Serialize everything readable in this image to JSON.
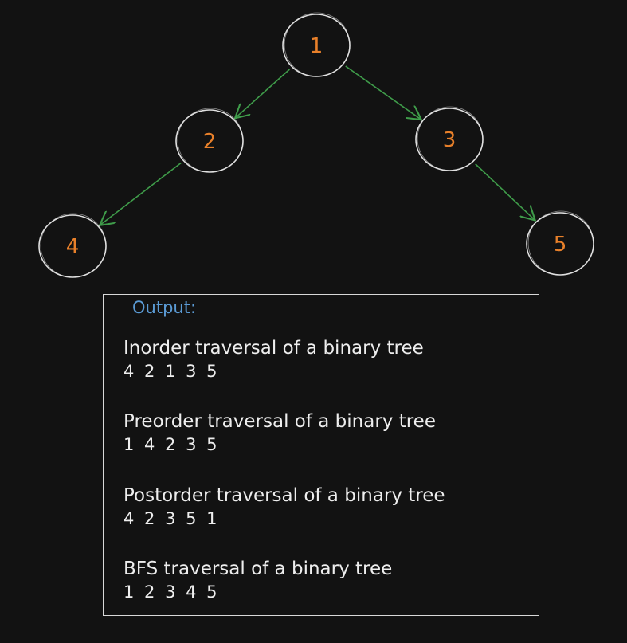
{
  "tree": {
    "nodes": [
      {
        "id": "1",
        "label": "1"
      },
      {
        "id": "2",
        "label": "2"
      },
      {
        "id": "3",
        "label": "3"
      },
      {
        "id": "4",
        "label": "4"
      },
      {
        "id": "5",
        "label": "5"
      }
    ],
    "edges": [
      {
        "from": "1",
        "to": "2"
      },
      {
        "from": "1",
        "to": "3"
      },
      {
        "from": "2",
        "to": "4"
      },
      {
        "from": "3",
        "to": "5"
      }
    ]
  },
  "output": {
    "title": "Output:",
    "sections": [
      {
        "heading": "Inorder traversal of a binary tree",
        "values": "4 2 1 3 5"
      },
      {
        "heading": "Preorder traversal of a binary tree",
        "values": "1 4 2 3 5"
      },
      {
        "heading": "Postorder traversal of a binary tree",
        "values": "4 2 3 5 1"
      },
      {
        "heading": "BFS traversal of a binary tree",
        "values": "1 2 3 4 5"
      }
    ]
  },
  "colors": {
    "background": "#121212",
    "node_stroke": "#e0e0e0",
    "node_label": "#e8802a",
    "edge": "#3f9c4a",
    "output_title": "#5b9bd5",
    "text": "#eeeeee"
  }
}
